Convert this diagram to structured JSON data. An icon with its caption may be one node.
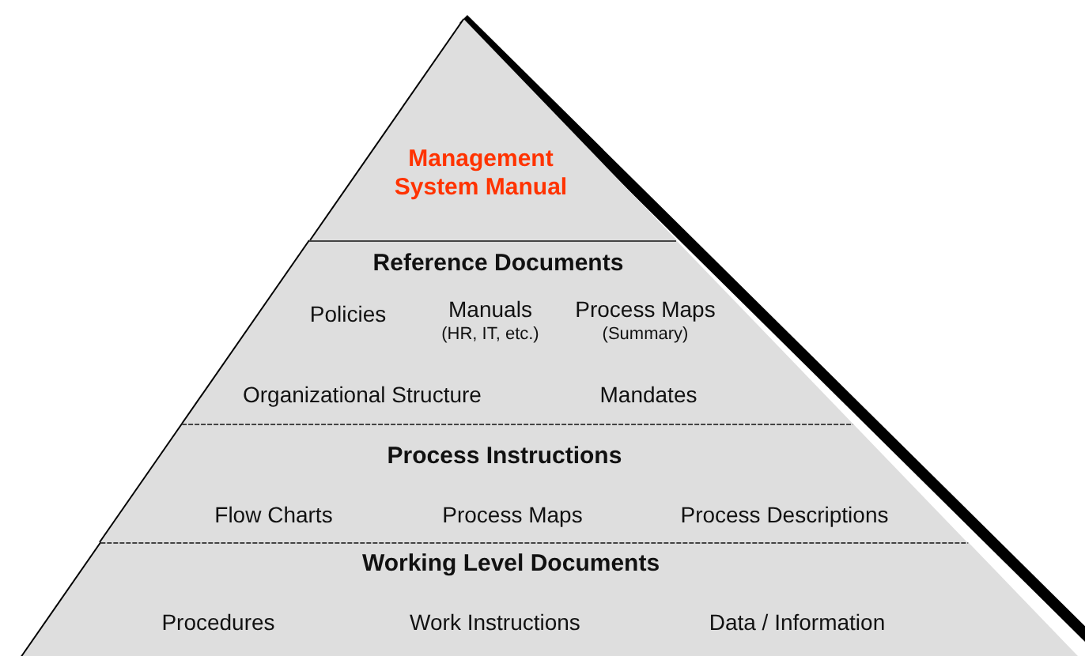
{
  "diagram": {
    "nodes": [
      {
        "text": [
          "Management System Manual"
        ]
      },
      {
        "text": [
          "Reference Documents",
          "Policies",
          "Manuals",
          "(HR, IT, etc.)",
          "Process Maps",
          "(Summary)",
          "Organizational Structure",
          "Mandates"
        ]
      },
      {
        "text": [
          "Process Instructions",
          "Flow Charts",
          "Process Maps",
          "Process Descriptions"
        ]
      },
      {
        "text": [
          "Working Level Documents",
          "Procedures",
          "Work Instructions",
          "Data / Information"
        ]
      }
    ],
    "edges": []
  }
}
